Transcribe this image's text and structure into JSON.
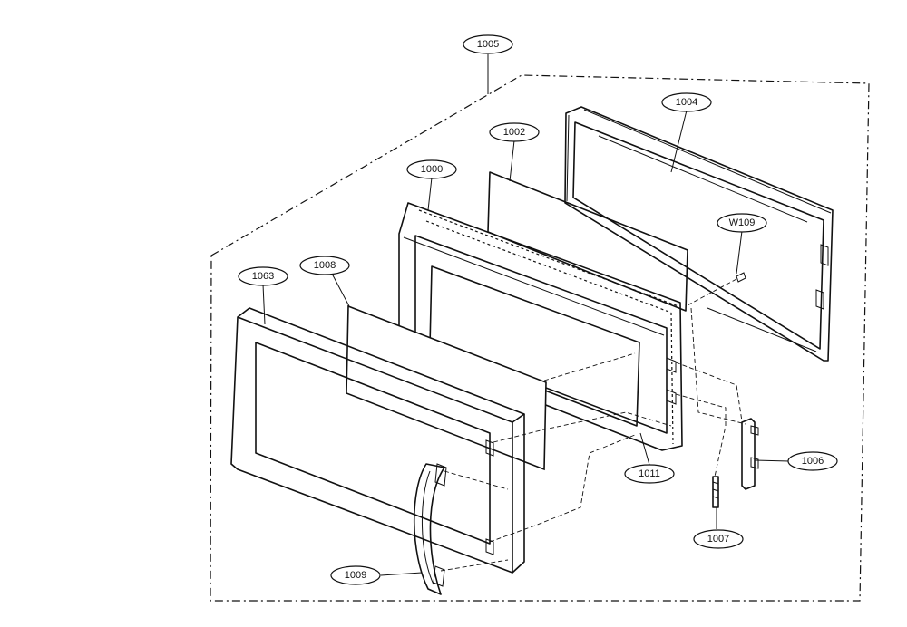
{
  "diagram": {
    "labels": {
      "assembly": "1005",
      "choke_panel": "1004",
      "screen_sheet": "1002",
      "door_frame": "1000",
      "glass_panel": "1008",
      "door_front": "1063",
      "screw": "W109",
      "latch": "1006",
      "spring": "1007",
      "handle": "1009",
      "clip": "1011"
    }
  }
}
